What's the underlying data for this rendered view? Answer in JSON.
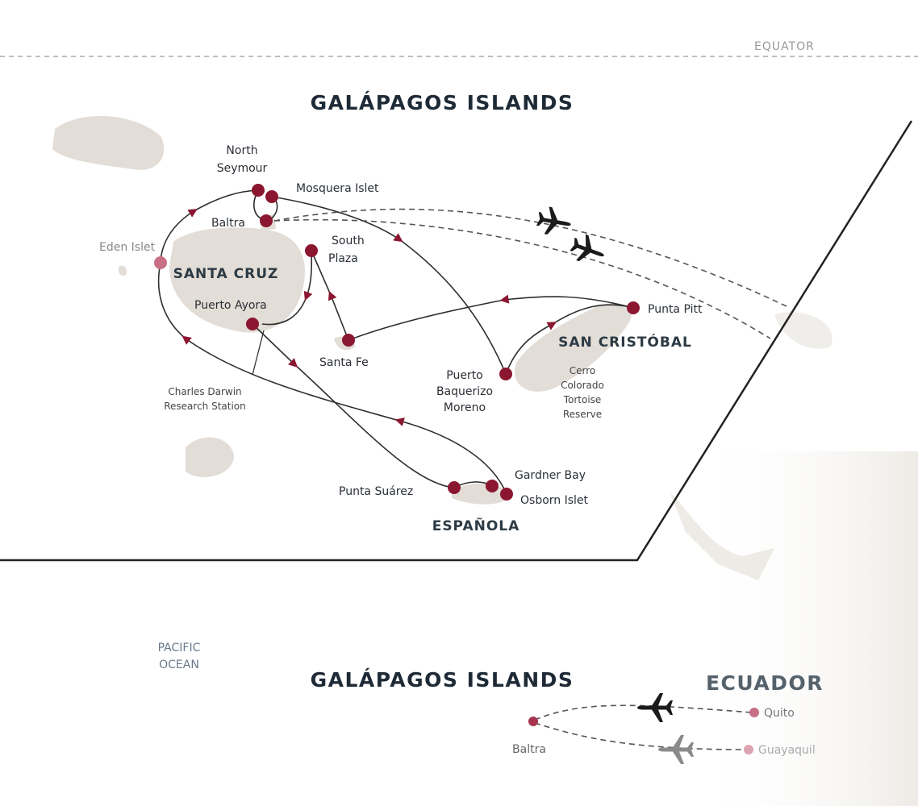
{
  "equator_label": "EQUATOR",
  "main_title": "GALÁPAGOS ISLANDS",
  "islands": {
    "santa_cruz": "SANTA CRUZ",
    "san_cristobal": "SAN CRISTÓBAL",
    "espanola": "ESPAÑOLA"
  },
  "sites": {
    "north_seymour": [
      "North",
      "Seymour"
    ],
    "mosquera": "Mosquera Islet",
    "baltra": "Baltra",
    "eden": "Eden Islet",
    "south_plaza": [
      "South",
      "Plaza"
    ],
    "puerto_ayora": "Puerto Ayora",
    "charles_darwin": [
      "Charles Darwin",
      "Research Station"
    ],
    "santa_fe": "Santa Fe",
    "puerto_baquerizo": [
      "Puerto",
      "Baquerizo",
      "Moreno"
    ],
    "punta_pitt": "Punta Pitt",
    "cerro_colorado": [
      "Cerro",
      "Colorado",
      "Tortoise",
      "Reserve"
    ],
    "gardner": "Gardner Bay",
    "punta_suarez": "Punta Suárez",
    "osborn": "Osborn Islet"
  },
  "ocean": [
    "PACIFIC",
    "OCEAN"
  ],
  "overview": {
    "title": "GALÁPAGOS ISLANDS",
    "country": "ECUADOR",
    "baltra": "Baltra",
    "quito": "Quito",
    "guayaquil": "Guayaquil"
  },
  "colors": {
    "stop": "#8b1630",
    "stop_light": "#c96f85",
    "route": "#2e2e2e",
    "land": "#e2ddd6"
  }
}
